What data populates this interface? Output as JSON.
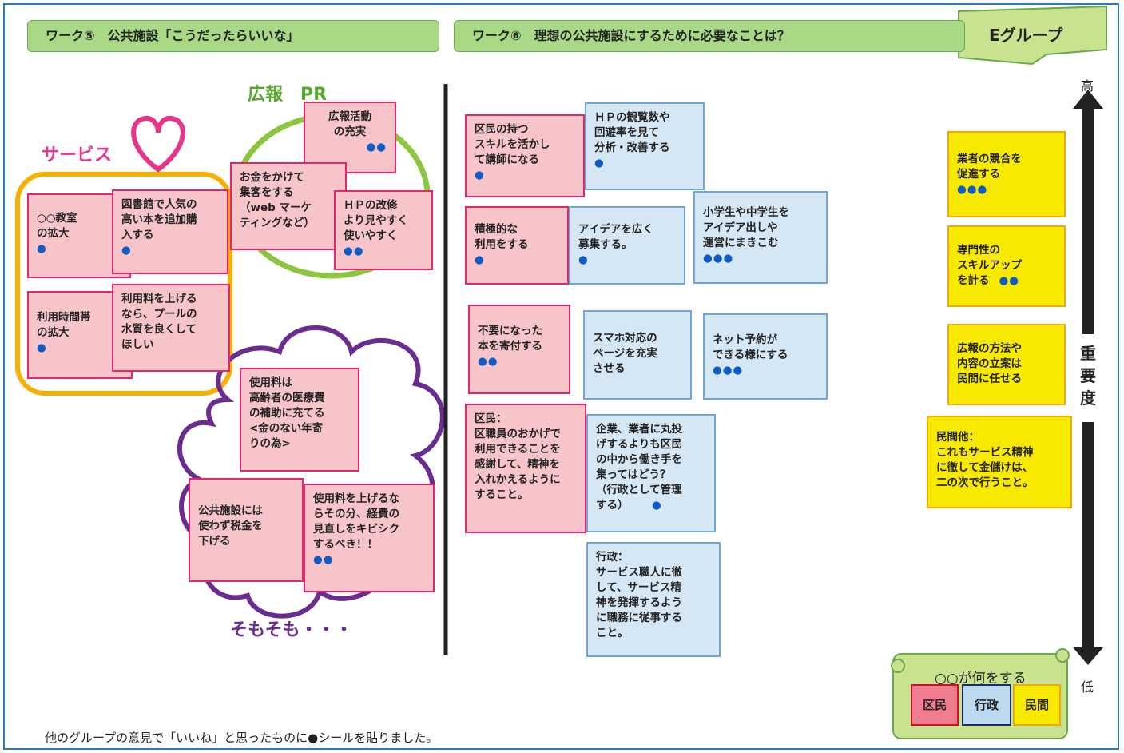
{
  "headers": {
    "work5": "ワーク⑤　公共施設「こうだったらいいな」",
    "work6": "ワーク⑥　理想の公共施設にするために必要なことは？",
    "group": "Eグループ"
  },
  "labels": {
    "koho": "広報　PR",
    "service": "サービス",
    "somosomo": "そもそも・・・"
  },
  "scale": {
    "high": "高",
    "low": "低",
    "importance_1": "重",
    "importance_2": "要",
    "importance_3": "度"
  },
  "left_notes": {
    "koho_katsudo": {
      "text": "広報活動\nの充実",
      "dots": "●●"
    },
    "okane": {
      "text": "お金をかけて\n集客をする\n（web マーケ\nティングなど）"
    },
    "hp_kaishu": {
      "text": "ＨＰの改修\nより見やすく\n使いやすく",
      "dots": "●●"
    },
    "kyoshitsu": {
      "text": "○○教室\nの拡大",
      "dots": "●"
    },
    "toshokan": {
      "text": "図書館で人気の\n高い本を追加購\n入する",
      "dots": "●"
    },
    "riyou_jikan": {
      "text": "利用時間帯\nの拡大",
      "dots": "●"
    },
    "riyouryou_pool": {
      "text": "利用料を上げる\nなら、プールの\n水質を良くして\nほしい"
    },
    "iryouhi": {
      "text": "使用料は\n高齢者の医療費\nの補助に充てる\n<金のない年寄\nりの為>"
    },
    "zeikin": {
      "text": "公共施設には\n使わず税金を\n下げる"
    },
    "keihi": {
      "text": "使用料を上げるな\nらその分、経費の\n見直しをキビシク\nするべき！！",
      "dots": "●●"
    }
  },
  "right_notes": {
    "kumin_skill": {
      "text": "区民の持つ\nスキルを活かし\nて講師になる",
      "dots": "●"
    },
    "hp_kaiseki": {
      "text": "ＨＰの観覧数や\n回遊率を見て\n分析・改善する",
      "dots": "●"
    },
    "sekkyoku": {
      "text": "積極的な\n利用をする",
      "dots": "●"
    },
    "idea": {
      "text": "アイデアを広く\n募集する。",
      "dots": "●"
    },
    "shogakusei": {
      "text": "小学生や中学生を\nアイデア出しや\n運営にまきこむ",
      "dots": "●●●"
    },
    "fuyou_hon": {
      "text": "不要になった\n本を寄付する",
      "dots": "●●"
    },
    "smartphone": {
      "text": "スマホ対応の\nページを充実\nさせる"
    },
    "net_yoyaku": {
      "text": "ネット予約が\nできる様にする",
      "dots": "●●●"
    },
    "kumin_kansha": {
      "text": "区民：\n区職員のおかげで\n利用できることを\n感謝して、精神を\n入れかえるように\nすること。"
    },
    "kigyou": {
      "text": "企業、業者に丸投\nげするよりも区民\nの中から働き手を\n集ってはどう？\n（行政として管理\nする）",
      "dots": "●"
    },
    "gyousei": {
      "text": "行政：\nサービス職人に徹\nして、サービス精\n神を発揮するよう\nに職務に従事する\nこと。"
    },
    "kyougou": {
      "text": "業者の競合を\n促進する",
      "dots": "●●●"
    },
    "senmonsei": {
      "text": "専門性の\nスキルアップ\nを計る",
      "dots": "●●"
    },
    "koho_houhou": {
      "text": "広報の方法や\n内容の立案は\n民間に任せる"
    },
    "minkan": {
      "text": "民間他：\nこれもサービス精神\nに徹して金儲けは、\n二の次で行うこと。"
    }
  },
  "legend": {
    "title": "○○が何をする",
    "kumin": "区民",
    "gyousei": "行政",
    "minkan": "民間"
  },
  "footer": "他のグループの意見で「いいね」と思ったものに●シールを貼りました。",
  "colors": {
    "pink": "#f7c4c9",
    "blue": "#d5e6f5",
    "yellow": "#f8e900",
    "header_green": "#a9d986"
  }
}
